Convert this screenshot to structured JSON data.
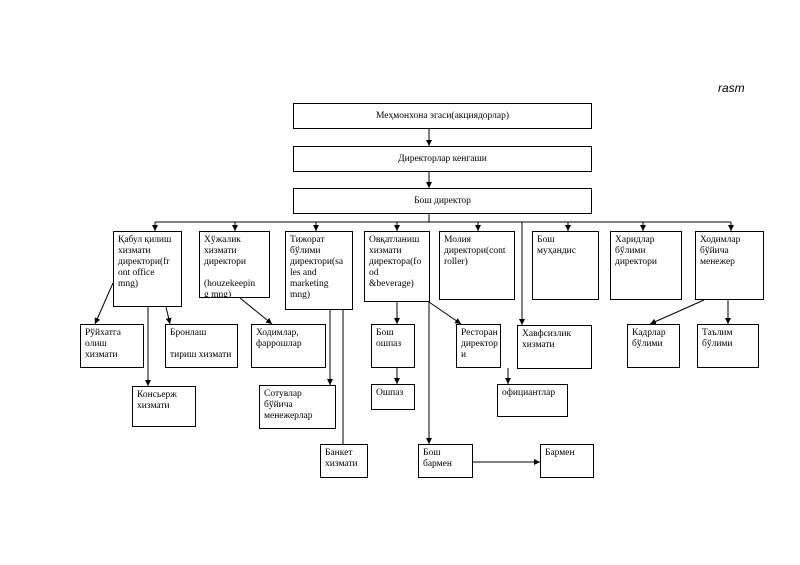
{
  "caption": "rasm",
  "nodes": {
    "shareholders": "Меҳмонхона эгаси(акциядорлар)",
    "board": "Директорлар кенгаши",
    "gm": "Бош директор",
    "front_office": "Қабул қилиш\nхизмати\nдиректори(fr\nont office\nmng)",
    "housekeeping": "Хўжалик\nхизмати\nдиректори\n\n(houzekeepin\ng mng)",
    "sales": "Тижорат\nбўлими\nдиректори(sa\nles and\nmarketing\nmng)",
    "fnb": "Овқатланиш\nхизмати\nдиректора(fo\nod\n&beverage)",
    "finance": "Молия\nдиректори(cont\nroller)",
    "chief_engineer": "Бош\nмуҳандис",
    "purchasing": "Харидлар\nбўлими\nдиректори",
    "hr": "Ходимлар\nбўйича\nменежер",
    "registration": "Рўйхатга\nолиш\nхизмати",
    "booking": "Бронлаш\n\nтириш хизмати",
    "concierge": "Консьерж\nхизмати",
    "staff_maids": "Ходимлар,\nфаррошлар",
    "sales_managers": "Сотувлар\nбўйича\nменежерлар",
    "banquet": "Банкет\nхизмати",
    "head_chef": "Бош\nошпаз",
    "cook": "Ошпаз",
    "restaurant_director": "Ресторан\nдиректор\nи",
    "waiters": "официантлар",
    "head_bartender": "Бош\nбармен",
    "bartender": "Бармен",
    "security": "Хавфсизлик\nхизмати",
    "personnel": "Кадрлар\nбўлими",
    "training": "Таълим\nбўлими"
  }
}
